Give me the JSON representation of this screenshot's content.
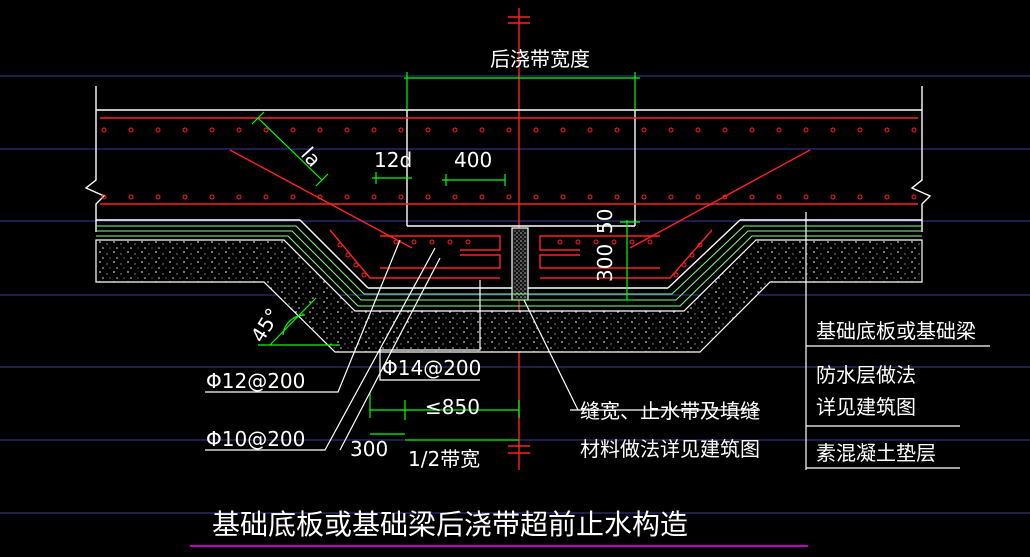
{
  "title": "基础底板或基础梁后浇带超前止水构造",
  "labels": {
    "band_width": "后浇带宽度",
    "la": "la",
    "d12": "12d",
    "w400": "400",
    "h300": "300",
    "h50": "50",
    "angle": "45°",
    "rebar_top": "Φ12@200",
    "rebar_mid": "Φ14@200",
    "rebar_bot": "Φ10@200",
    "le850": "≤850",
    "w300": "300",
    "half_width": "1/2带宽",
    "joint_note_1": "缝宽、止水带及填缝",
    "joint_note_2": "材料做法详见建筑图"
  },
  "legend": {
    "item1": "基础底板或基础梁",
    "item2a": "防水层做法",
    "item2b": "详见建筑图",
    "item3": "素混凝土垫层"
  },
  "colors": {
    "background": "#000000",
    "concrete": "#ffffff",
    "rebar": "#ff2020",
    "dim": "#00ff00",
    "text": "#ffffff",
    "centerline": "#ff2020",
    "layers": "#7fff7f",
    "grid": "#3c3c9a",
    "underline": "#ff00ff"
  }
}
